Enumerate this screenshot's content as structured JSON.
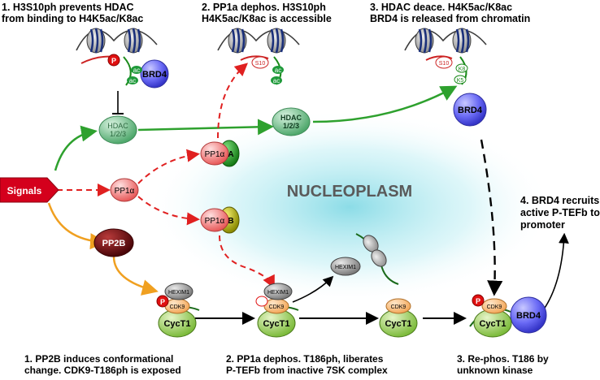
{
  "captions": {
    "top1": [
      "1. H3S10ph prevents HDAC",
      "from binding to H4K5ac/K8ac"
    ],
    "top2": [
      "2. PP1a dephos. H3S10ph",
      "H4K5ac/K8ac is accessible"
    ],
    "top3": [
      "3. HDAC deace. H4K5ac/K8ac",
      "BRD4 is released from chromatin"
    ],
    "bottom1": [
      "1. PP2B induces conformational",
      "change. CDK9-T186ph is exposed"
    ],
    "bottom2": [
      "2. PP1a dephos. T186ph, liberates",
      "P-TEFb from inactive 7SK complex"
    ],
    "bottom3": [
      "3. Re-phos. T186 by",
      "unknown kinase"
    ],
    "step4": [
      "4. BRD4 recruits",
      "active P-TEFb to",
      "promoter"
    ]
  },
  "labels": {
    "signals": "Signals",
    "nucleoplasm": "NUCLEOPLASM",
    "pp1a": "PP1α",
    "pp1a_a": "PP1α",
    "a": "A",
    "pp1a_b": "PP1α",
    "b": "B",
    "pp2b": "PP2B",
    "hdac_left": [
      "HDAC",
      "1/2/3"
    ],
    "hdac_mid": [
      "HDAC",
      "1/2/3"
    ],
    "brd4": "BRD4",
    "p": "P",
    "ac": "ac",
    "s10": "S10",
    "k8": "K8",
    "k5": "K5",
    "hexim1": "HEXIM1",
    "cdk9": "CDK9",
    "cyct1": "CycT1"
  },
  "colors": {
    "green_arrow": "#2ea12e",
    "red_dashed": "#e02020",
    "orange_arrow": "#f0a020",
    "signals_red": "#d4001c",
    "brd4_blue": "#5a5af0",
    "hdac_green": "#6cbf8c",
    "pp1a_pink": "#f07878",
    "pp2b_maroon": "#6e0a10",
    "nucleoplasm_glow": "#8fdde8"
  }
}
